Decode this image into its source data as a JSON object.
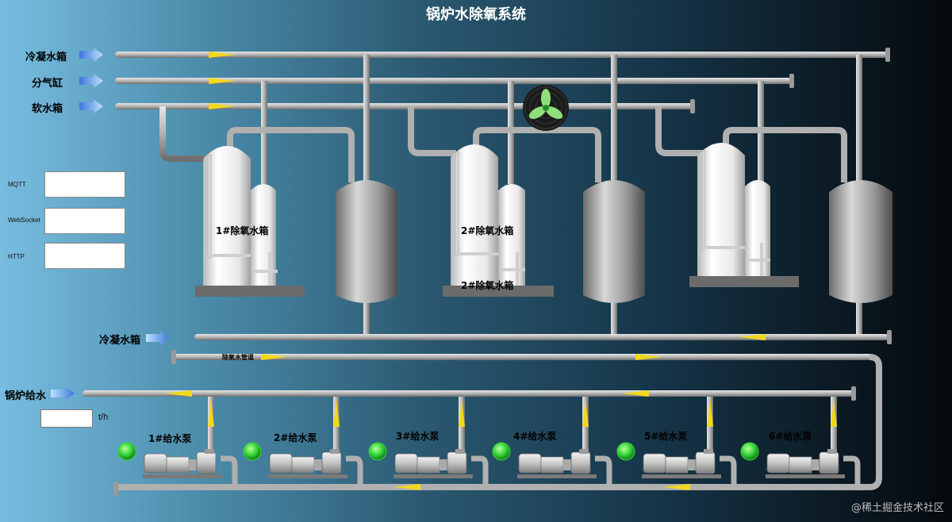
{
  "title": "锅炉水除氧系统",
  "sources": {
    "condensate_tank": "冷凝水箱",
    "steam_cylinder": "分气缸",
    "soft_water_tank": "软水箱",
    "condensate_return": "冷凝水箱",
    "boiler_feed": "锅炉给水"
  },
  "protocols": [
    {
      "label": "MQTT",
      "value": ""
    },
    {
      "label": "WebSocket",
      "value": ""
    },
    {
      "label": "HTTP",
      "value": ""
    }
  ],
  "flow": {
    "value": "",
    "unit": "t/h"
  },
  "tanks": [
    {
      "label": "1#除氧水箱"
    },
    {
      "label": "2#除氧水箱"
    },
    {
      "label": "2#除氧水箱"
    }
  ],
  "pipe_label": "除氧水管道",
  "pumps": [
    {
      "label": "1#给水泵",
      "status_color": "#37d63a"
    },
    {
      "label": "2#给水泵",
      "status_color": "#37d63a"
    },
    {
      "label": "3#给水泵",
      "status_color": "#37d63a"
    },
    {
      "label": "4#给水泵",
      "status_color": "#37d63a"
    },
    {
      "label": "5#给水泵",
      "status_color": "#37d63a"
    },
    {
      "label": "6#给水泵",
      "status_color": "#37d63a"
    }
  ],
  "icons": {
    "fan": "fan-icon",
    "flow_arrow": "flow-arrow-icon",
    "source_arrow": "direction-arrow-icon"
  },
  "colors": {
    "pipe": "#a9a9a9",
    "flow_arrow": "#f2d81c",
    "status_on": "#37d63a",
    "source_arrow": "#6aa8ea"
  },
  "watermark": "@稀土掘金技术社区"
}
